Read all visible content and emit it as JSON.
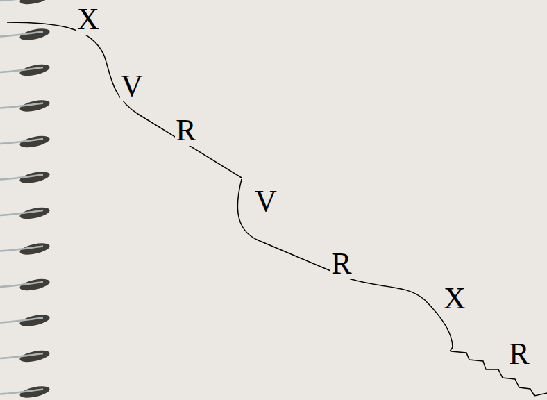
{
  "diagram": {
    "labels": [
      "X",
      "V",
      "R",
      "V",
      "R",
      "X",
      "R"
    ]
  }
}
